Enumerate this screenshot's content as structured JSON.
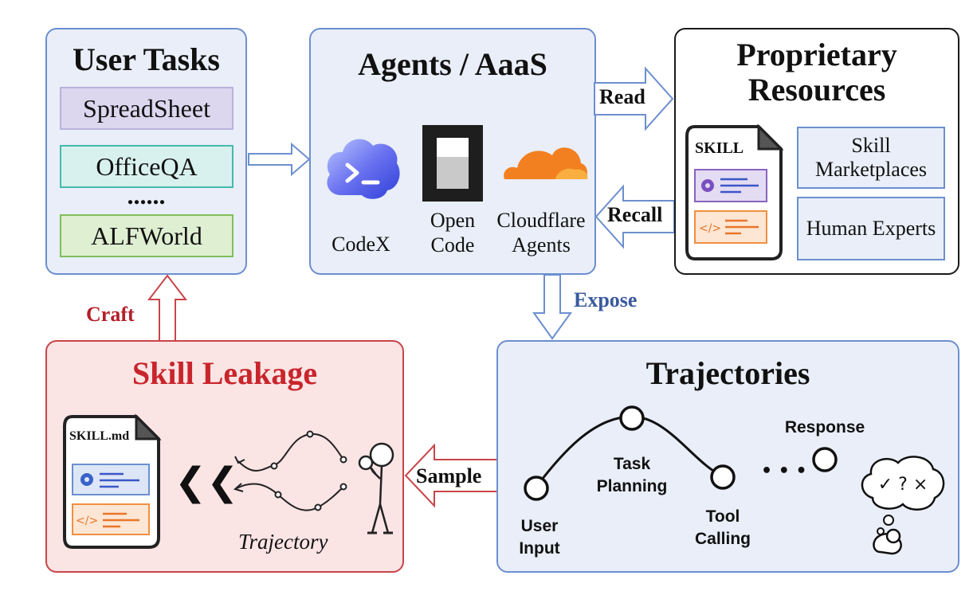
{
  "user_tasks": {
    "title": "User Tasks",
    "items": [
      "SpreadSheet",
      "OfficeQA",
      "......",
      "ALFWorld"
    ]
  },
  "agents": {
    "title": "Agents / AaaS",
    "items": [
      {
        "label": "CodeX",
        "icon": "codex-cloud-icon"
      },
      {
        "label": "Open Code",
        "icon": "opencode-icon"
      },
      {
        "label": "Cloudflare Agents",
        "icon": "cloudflare-icon"
      }
    ]
  },
  "proprietary": {
    "title_line1": "Proprietary",
    "title_line2": "Resources",
    "doc_label": "SKILL",
    "sources": [
      "Skill Marketplaces",
      "Human Experts"
    ]
  },
  "arrows": {
    "read": "Read",
    "recall": "Recall",
    "expose": "Expose",
    "sample": "Sample",
    "craft": "Craft"
  },
  "trajectories": {
    "title": "Trajectories",
    "nodes": [
      "User Input",
      "Task Planning",
      "Tool Calling",
      "Response"
    ],
    "ellipsis": "• • •",
    "thought": "✓ ? ×"
  },
  "leakage": {
    "title": "Skill Leakage",
    "doc_label": "SKILL.md",
    "chevrons": "❮❮",
    "trajectory_label": "Trajectory"
  },
  "colors": {
    "blue_border": "#6c8fcf",
    "blue_fill": "#e9eef8",
    "red": "#c8252b",
    "expose_text": "#3a5a9e",
    "orange": "#f38020"
  }
}
